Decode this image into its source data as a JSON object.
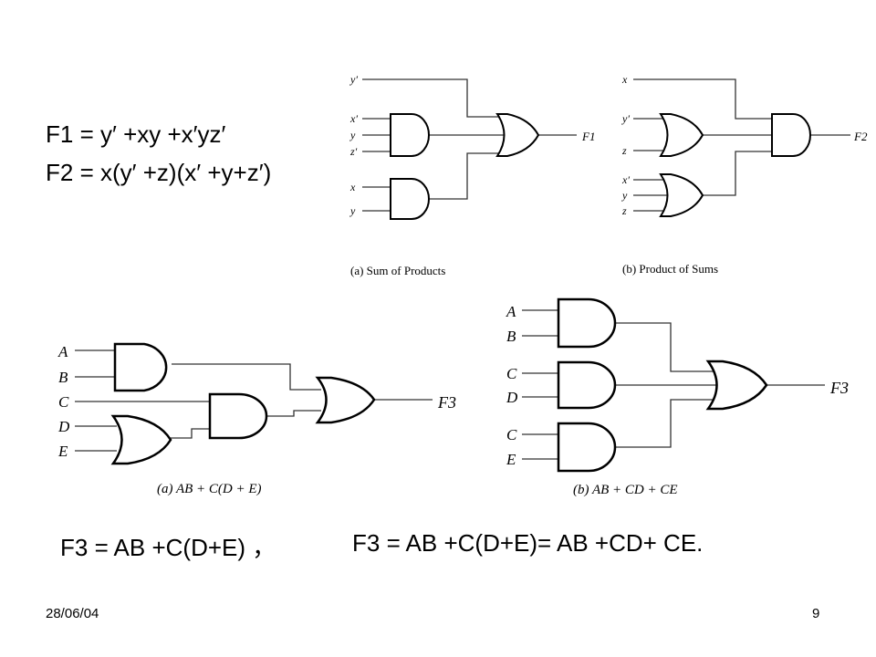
{
  "equations": {
    "f1": "F1 = y′ +xy +x′yz′",
    "f2": "F2 = x(y′ +z)(x′ +y+z′)",
    "f3a": "F3 = AB +C(D+E) ，",
    "f3b": "F3 = AB +C(D+E)= AB +CD+ CE."
  },
  "diagrams": {
    "sop": {
      "caption": "(a) Sum of Products",
      "inputs": [
        "y′",
        "x′",
        "y",
        "z′",
        "x",
        "y"
      ],
      "output": "F1"
    },
    "pos": {
      "caption": "(b) Product of Sums",
      "inputs": [
        "x",
        "y′",
        "z",
        "x′",
        "y",
        "z"
      ],
      "output": "F2"
    },
    "f3a": {
      "caption": "(a) AB + C(D + E)",
      "inputs": [
        "A",
        "B",
        "C",
        "D",
        "E"
      ],
      "output": "F3"
    },
    "f3b": {
      "caption": "(b) AB + CD + CE",
      "inputs": [
        "A",
        "B",
        "C",
        "D",
        "C",
        "E"
      ],
      "output": "F3"
    }
  },
  "footer": {
    "date": "28/06/04",
    "page": "9"
  }
}
